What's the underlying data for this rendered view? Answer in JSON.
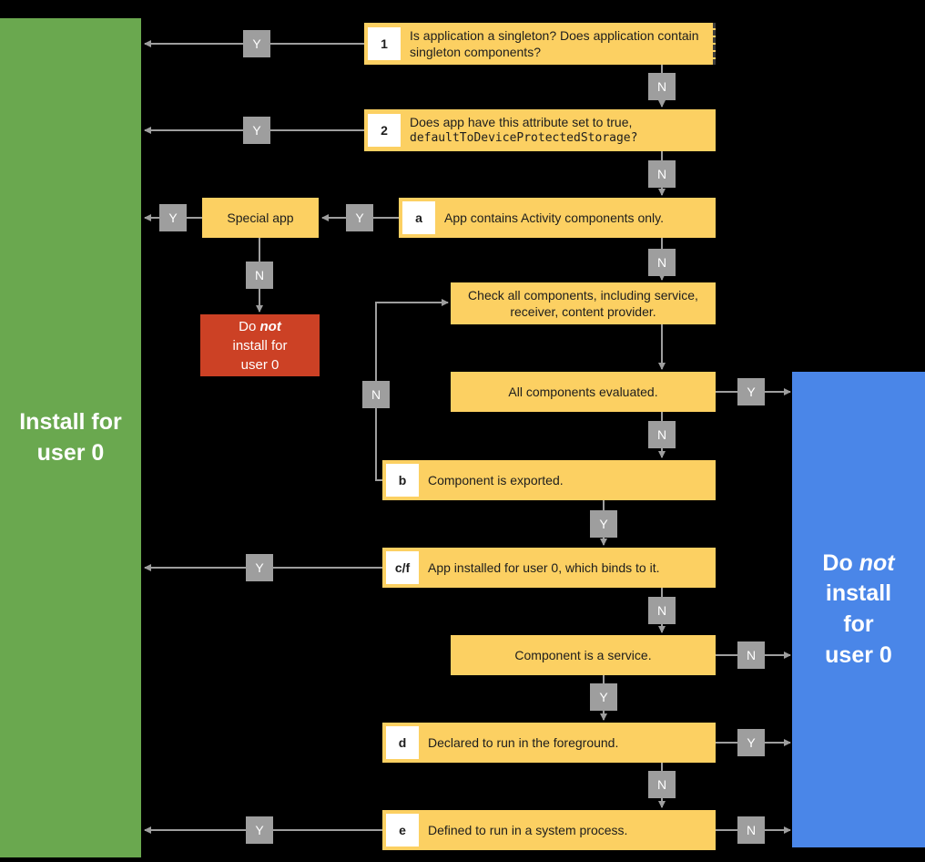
{
  "colors": {
    "background": "#000000",
    "install_green": "#6aa84f",
    "not_install_blue": "#4a86e8",
    "node_yellow": "#fcd062",
    "warning_red": "#cc4125",
    "label_gray": "#9e9e9e",
    "arrow_gray": "#9e9e9e"
  },
  "labels": {
    "yes": "Y",
    "no": "N"
  },
  "terminals": {
    "install": {
      "line1": "Install for",
      "line2": "user 0"
    },
    "not_install": {
      "pre": "Do",
      "em": "not",
      "l2": "install",
      "l3": "for",
      "l4": "user 0"
    },
    "red": {
      "pre": "Do",
      "em": "not",
      "l2": "install for",
      "l3": "user 0"
    }
  },
  "nodes": {
    "n1": {
      "badge": "1",
      "text": "Is application a singleton? Does application contain singleton components?"
    },
    "n2": {
      "badge": "2",
      "line1": "Does app have this attribute set to true,",
      "code": "defaultToDeviceProtectedStorage?"
    },
    "na": {
      "badge": "a",
      "text": "App contains Activity components only."
    },
    "special": {
      "text": "Special app"
    },
    "check": {
      "text": "Check all components, including service, receiver, content provider."
    },
    "evaluated": {
      "text": "All components evaluated."
    },
    "nb": {
      "badge": "b",
      "text": "Component is exported."
    },
    "ncf": {
      "badge": "c/f",
      "text": "App installed for user 0, which binds to it."
    },
    "service": {
      "text": "Component is a service."
    },
    "nd": {
      "badge": "d",
      "text": "Declared to run in the foreground."
    },
    "ne": {
      "badge": "e",
      "text": "Defined to run in a system process."
    }
  }
}
